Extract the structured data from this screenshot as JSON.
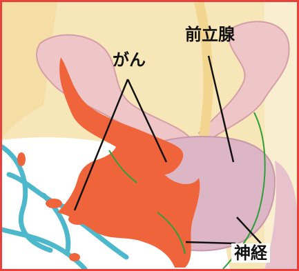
{
  "labels": {
    "cancer": "がん",
    "prostate": "前立腺",
    "nerve": "神経"
  },
  "colors": {
    "frame": "#e8403a",
    "background_top": "#f7e6b8",
    "tumor": "#f0643c",
    "prostate": "#dcb6c4",
    "vessel": "#4db8cc",
    "nerve_line": "#2e9e3a"
  }
}
